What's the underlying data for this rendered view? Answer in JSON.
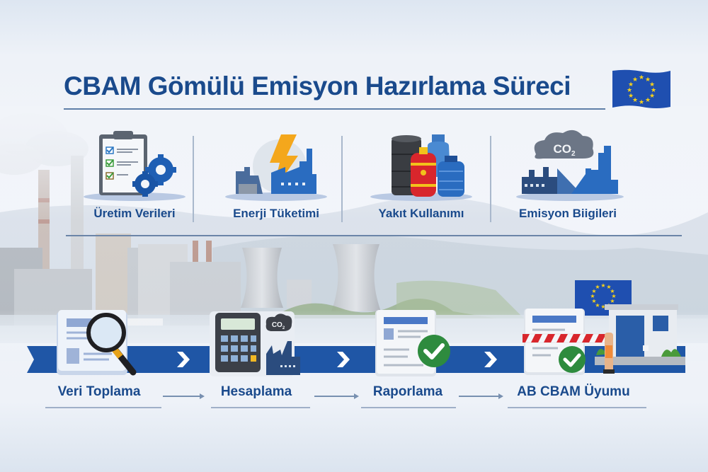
{
  "header": {
    "title": "CBAM Gömülü Emisyon Hazırlama Süreci",
    "flag_icon": "eu-flag-icon"
  },
  "categories": [
    {
      "label": "Üretim Verileri",
      "icon": "clipboard-gears-icon"
    },
    {
      "label": "Enerji Tüketimi",
      "icon": "lightning-factory-icon"
    },
    {
      "label": "Yakıt Kullanımı",
      "icon": "fuel-containers-icon"
    },
    {
      "label": "Emisyon Biigileri",
      "icon": "co2-factory-icon"
    }
  ],
  "process_steps": [
    {
      "label": "Veri Toplama",
      "icon": "document-magnifier-icon"
    },
    {
      "label": "Hesaplama",
      "icon": "calculator-co2-icon"
    },
    {
      "label": "Raporlama",
      "icon": "report-check-icon"
    },
    {
      "label": "AB CBAM Üyumu",
      "icon": "eu-customs-gate-icon"
    }
  ],
  "icon_text": {
    "co2": "CO",
    "co2_sub": "2"
  },
  "colors": {
    "primary_blue": "#1a4a8c",
    "ribbon_blue": "#1f56a6",
    "eu_blue": "#1f4fb0",
    "eu_star": "#f7d21a",
    "check_green": "#2e8b3e",
    "bolt_orange": "#f4a71c",
    "barrier_red": "#d8262c"
  }
}
